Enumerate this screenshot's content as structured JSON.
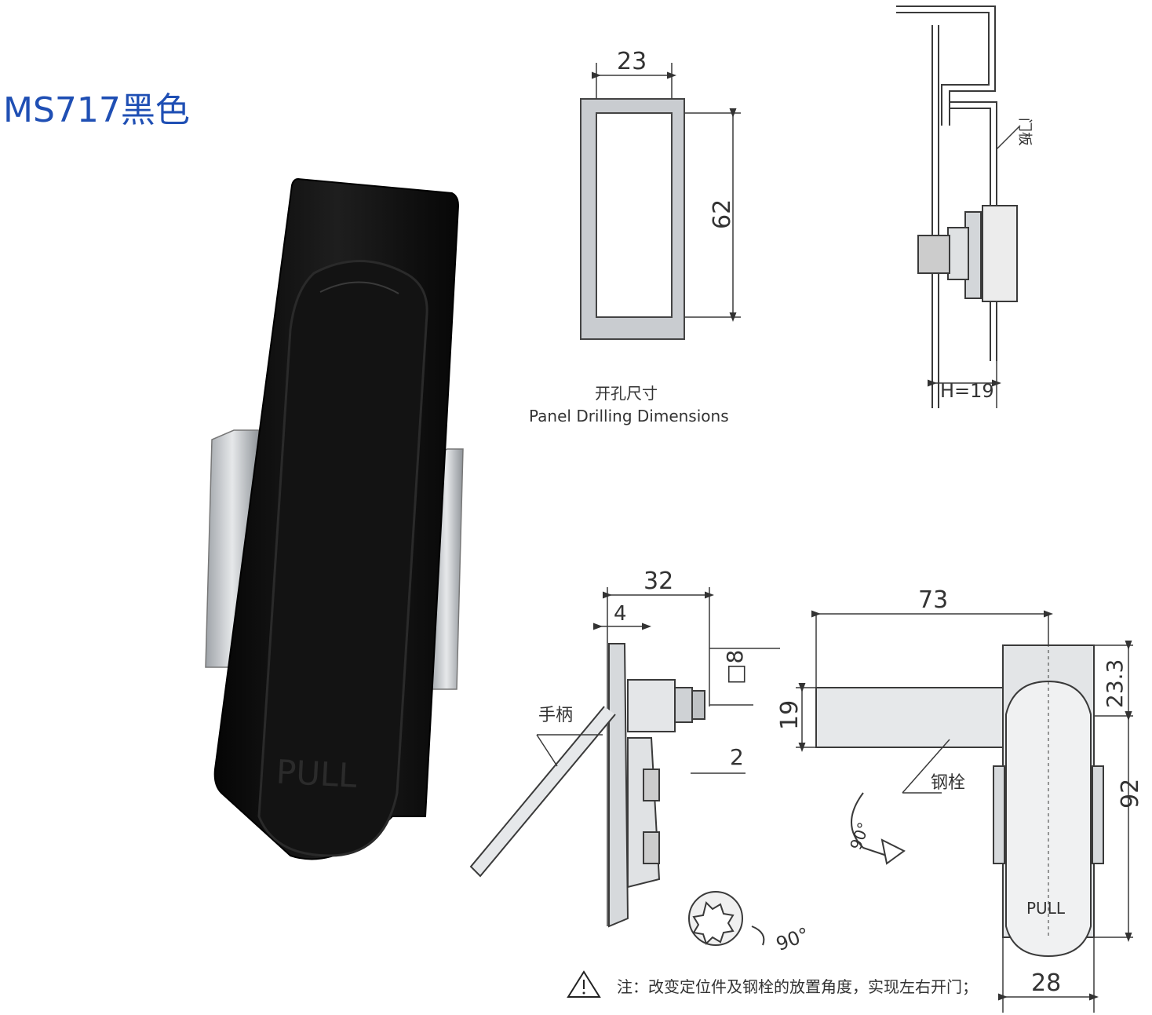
{
  "product_title": "MS717黑色",
  "photo": {
    "handle_text": "PULL"
  },
  "panel_cutout": {
    "width_label": "23",
    "height_label": "62",
    "caption_cn": "开孔尺寸",
    "caption_en": "Panel Drilling Dimensions"
  },
  "side_view": {
    "door_label": "门板",
    "height_label": "H=19"
  },
  "lower_side_view": {
    "depth_label": "32",
    "flange_label": "4",
    "square_label": "□8",
    "thread_label": "2",
    "handle_label": "手柄"
  },
  "front_view": {
    "bolt_length_label": "73",
    "bolt_height_label": "19",
    "bolt_label": "钢栓",
    "top_offset_label": "23.3",
    "height_label": "92",
    "width_label": "28",
    "handle_text": "PULL",
    "rotation_label": "90°"
  },
  "cam_rotation_label": "90°",
  "note": "注：改变定位件及钢栓的放置角度，实现左右开门；",
  "colors": {
    "title": "#1f4fb4",
    "handle": "#0e0e0e",
    "metal": "#c9ccd0",
    "line": "#3a3a3a"
  }
}
